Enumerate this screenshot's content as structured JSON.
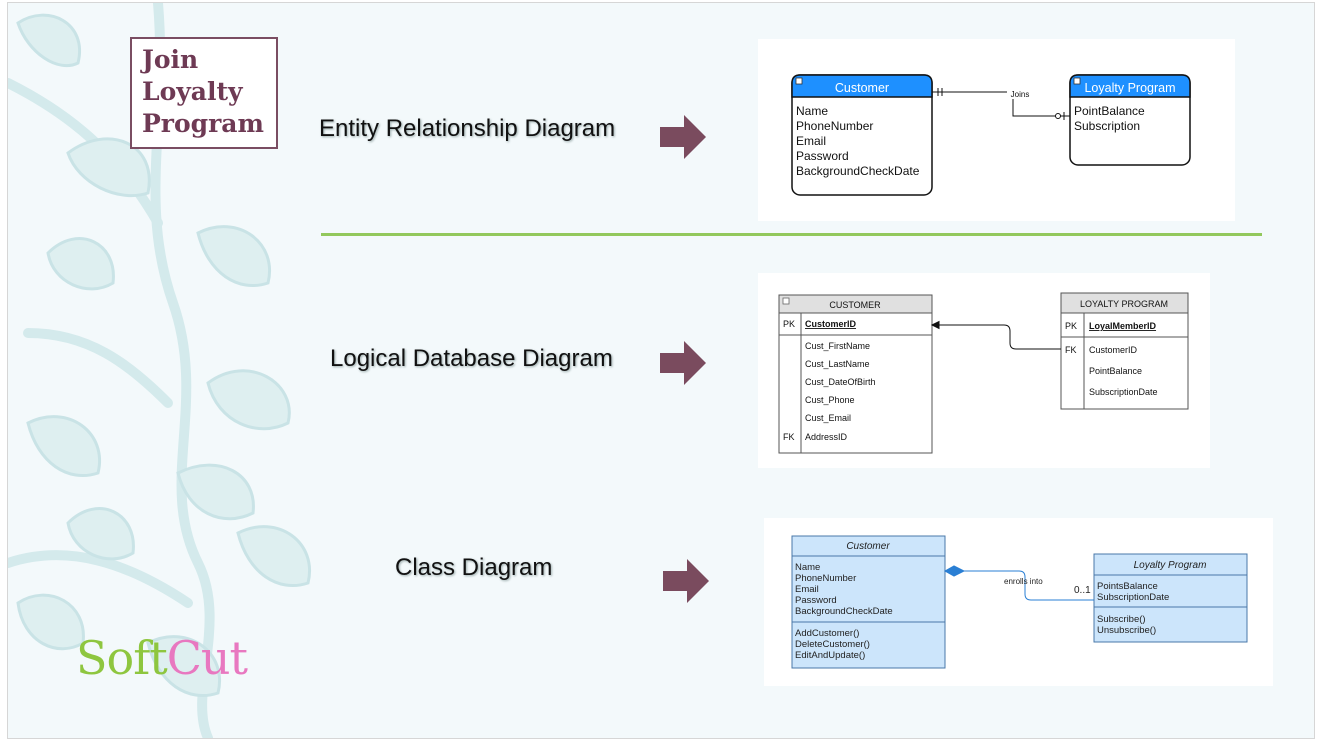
{
  "title": {
    "line1": "Join",
    "line2": "Loyalty",
    "line3": "Program"
  },
  "rows": [
    {
      "label": "Entity Relationship Diagram"
    },
    {
      "label": "Logical Database Diagram"
    },
    {
      "label": "Class Diagram"
    }
  ],
  "colors": {
    "accent_line": "#92c85c",
    "arrow": "#7a4b5e",
    "title_text": "#6e3a54",
    "er_header": "#1e90ff",
    "class_fill": "#cce5fb"
  },
  "er": {
    "customer": {
      "title": "Customer",
      "attributes": [
        "Name",
        "PhoneNumber",
        "Email",
        "Password",
        "BackgroundCheckDate"
      ]
    },
    "loyalty": {
      "title": "Loyalty Program",
      "attributes": [
        "PointBalance",
        "Subscription"
      ]
    },
    "relationship": "Joins"
  },
  "logical": {
    "customer": {
      "title": "CUSTOMER",
      "pk_label": "PK",
      "pk": "CustomerID",
      "columns": [
        "Cust_FirstName",
        "Cust_LastName",
        "Cust_DateOfBirth",
        "Cust_Phone",
        "Cust_Email"
      ],
      "fk_label": "FK",
      "fk": "AddressID"
    },
    "loyalty": {
      "title": "LOYALTY PROGRAM",
      "pk_label": "PK",
      "pk": "LoyalMemberID",
      "fk_label": "FK",
      "columns": [
        "CustomerID",
        "PointBalance",
        "SubscriptionDate"
      ]
    }
  },
  "class_diagram": {
    "customer": {
      "title": "Customer",
      "attributes": [
        "Name",
        "PhoneNumber",
        "Email",
        "Password",
        "BackgroundCheckDate"
      ],
      "methods": [
        "AddCustomer()",
        "DeleteCustomer()",
        "EditAndUpdate()"
      ]
    },
    "loyalty": {
      "title": "Loyalty Program",
      "attributes": [
        "PointsBalance",
        "SubscriptionDate"
      ],
      "methods": [
        "Subscribe()",
        "Unsubscribe()"
      ]
    },
    "association": "enrolls into",
    "multiplicity": "0..1"
  },
  "logo": {
    "part1": "Soft",
    "part2": "Cut"
  }
}
